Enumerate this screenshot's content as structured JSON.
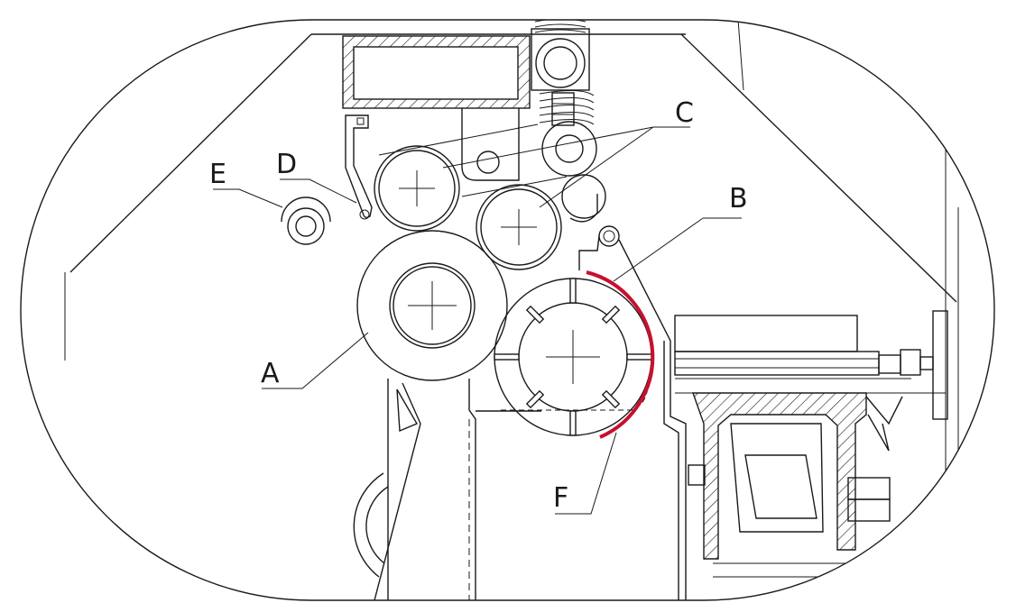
{
  "labels": {
    "A": "A",
    "B": "B",
    "C": "C",
    "D": "D",
    "E": "E",
    "F": "F"
  },
  "colors": {
    "line": "#1a1a1a",
    "highlight_arc": "#c8102e",
    "background": "#ffffff"
  }
}
